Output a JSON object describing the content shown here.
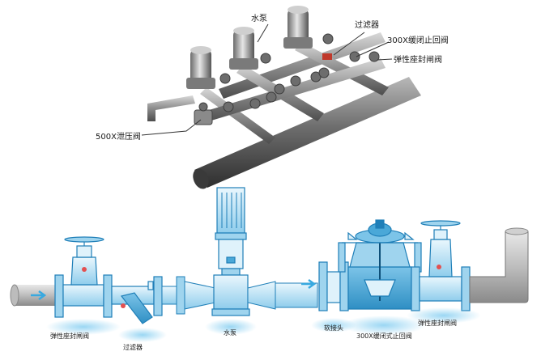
{
  "top_labels": {
    "pump": "水泵",
    "filter": "过滤器",
    "check_valve": "300X缓闭止回阀",
    "gate_valve": "弹性座封闸阀",
    "relief_valve": "500X泄压阀"
  },
  "bottom_labels": {
    "gate_valve_left": "弹性座封闸阀",
    "filter": "过滤器",
    "pump": "水泵",
    "joint": "软接头",
    "check_valve": "300X缓闭式止回阀",
    "gate_valve_right": "弹性座封闸阀"
  },
  "colors": {
    "outline": "#1f7fb8",
    "fill_light": "#dff2fb",
    "fill_mid": "#9fd4ee",
    "fill_dark": "#4aa8d8",
    "pipe_grey": "#9a9a9a",
    "flow_arrow": "#38a9e0"
  }
}
